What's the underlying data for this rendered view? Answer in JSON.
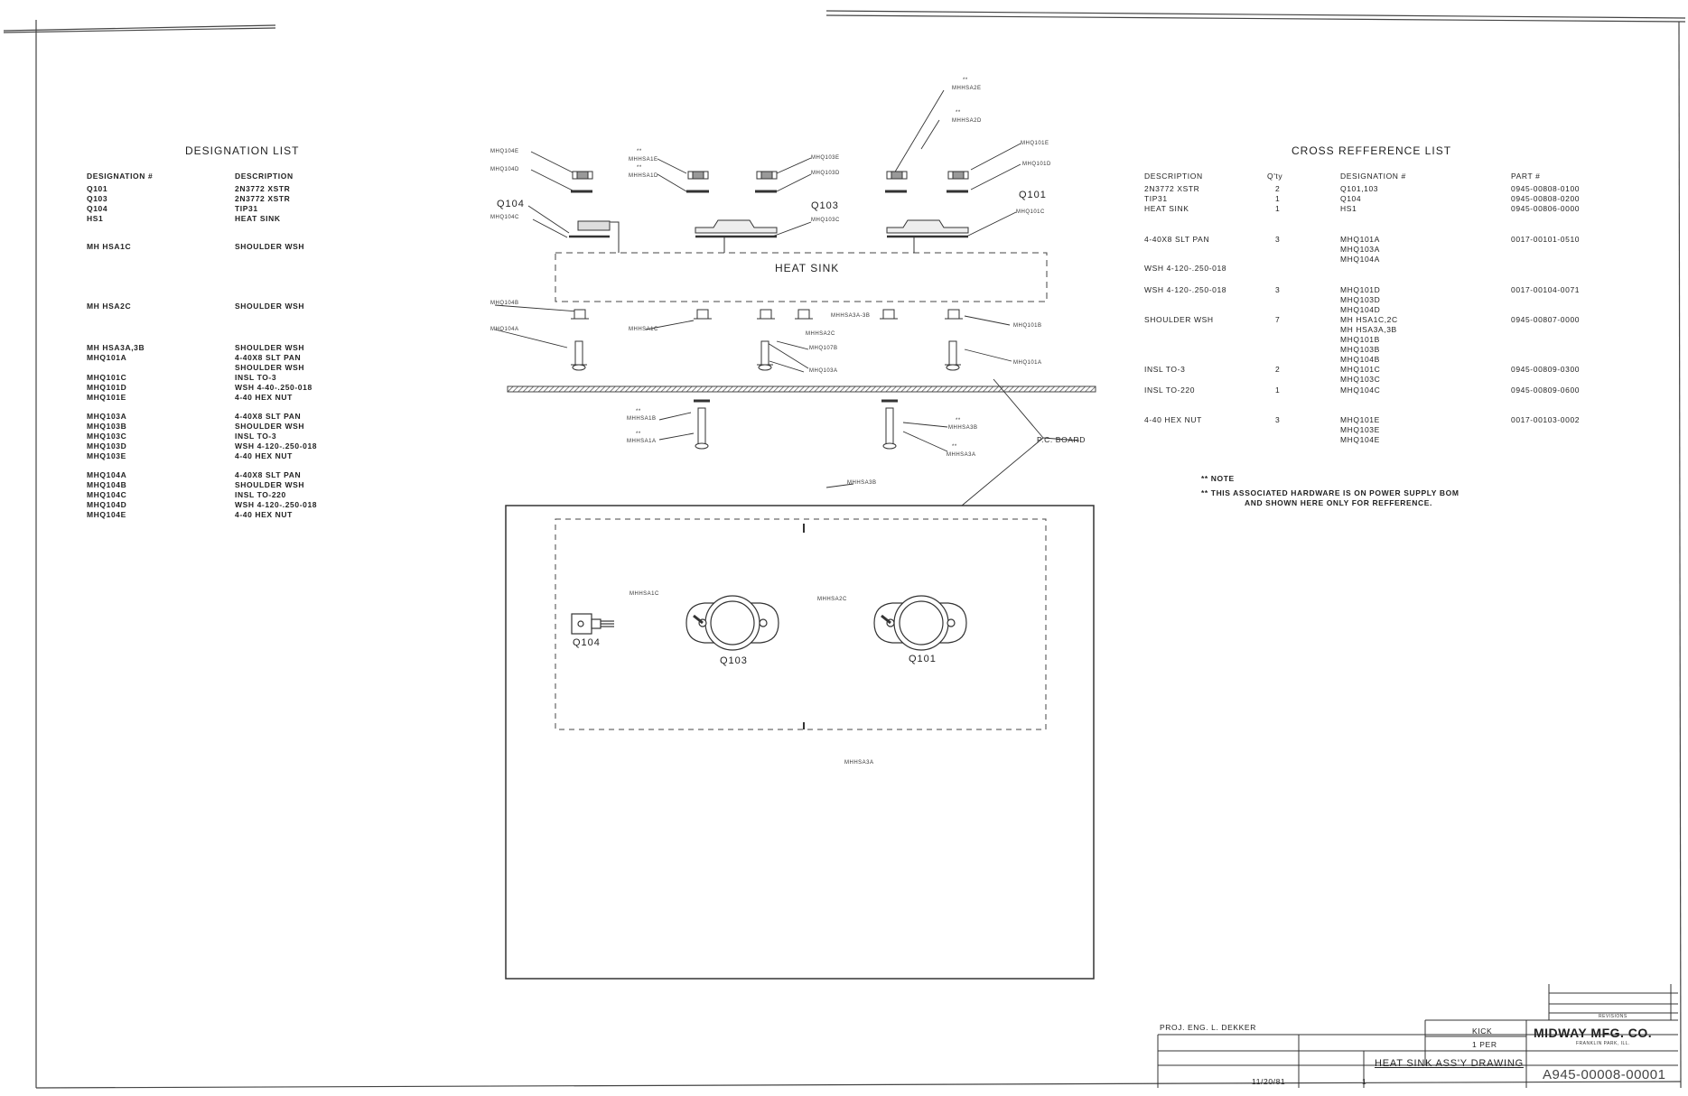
{
  "designation_list": {
    "title": "DESIGNATION LIST",
    "col_designation": "DESIGNATION #",
    "col_description": "DESCRIPTION",
    "groups": [
      [
        [
          "Q101",
          "2N3772 XSTR"
        ],
        [
          "Q103",
          "2N3772 XSTR"
        ],
        [
          "Q104",
          "TIP31"
        ],
        [
          "HS1",
          "HEAT SINK"
        ]
      ],
      [
        [
          "MH HSA1C",
          "SHOULDER WSH"
        ]
      ],
      [
        [
          "MH HSA2C",
          "SHOULDER WSH"
        ]
      ],
      [
        [
          "MH HSA3A,3B",
          "SHOULDER WSH"
        ],
        [
          "MHQ101A",
          "4-40X8 SLT PAN"
        ],
        [
          "",
          "SHOULDER WSH"
        ],
        [
          "MHQ101C",
          "INSL TO-3"
        ],
        [
          "MHQ101D",
          "WSH 4-40-.250-018"
        ],
        [
          "MHQ101E",
          "4-40 HEX NUT"
        ]
      ],
      [
        [
          "MHQ103A",
          "4-40X8 SLT PAN"
        ],
        [
          "MHQ103B",
          "SHOULDER WSH"
        ],
        [
          "MHQ103C",
          "INSL TO-3"
        ],
        [
          "MHQ103D",
          "WSH 4-120-.250-018"
        ],
        [
          "MHQ103E",
          "4-40 HEX NUT"
        ]
      ],
      [
        [
          "MHQ104A",
          "4-40X8 SLT PAN"
        ],
        [
          "MHQ104B",
          "SHOULDER WSH"
        ],
        [
          "MHQ104C",
          "INSL TO-220"
        ],
        [
          "MHQ104D",
          "WSH 4-120-.250-018"
        ],
        [
          "MHQ104E",
          "4-40 HEX NUT"
        ]
      ]
    ]
  },
  "cross_reference": {
    "title": "CROSS REFFERENCE LIST",
    "col_description": "DESCRIPTION",
    "col_qty": "Q'ty",
    "col_designation": "DESIGNATION #",
    "col_part": "PART #",
    "rows": [
      {
        "desc": "2N3772 XSTR",
        "qty": "2",
        "des": [
          "Q101,103"
        ],
        "part": "0945-00808-0100"
      },
      {
        "desc": "TIP31",
        "qty": "1",
        "des": [
          "Q104"
        ],
        "part": "0945-00808-0200"
      },
      {
        "desc": "HEAT SINK",
        "qty": "1",
        "des": [
          "HS1"
        ],
        "part": "0945-00806-0000"
      },
      {
        "desc": "4-40X8 SLT PAN",
        "qty": "3",
        "des": [
          "MHQ101A",
          "MHQ103A",
          "MHQ104A"
        ],
        "part": "0017-00101-0510"
      },
      {
        "desc": "WSH 4-120-.250-018",
        "qty": "",
        "des": [],
        "part": ""
      },
      {
        "desc": "WSH 4-120-.250-018",
        "qty": "3",
        "des": [
          "MHQ101D",
          "MHQ103D",
          "MHQ104D"
        ],
        "part": "0017-00104-0071"
      },
      {
        "desc": "SHOULDER WSH",
        "qty": "7",
        "des": [
          "MH HSA1C,2C",
          "MH HSA3A,3B",
          "MHQ101B",
          "MHQ103B",
          "MHQ104B"
        ],
        "part": "0945-00807-0000"
      },
      {
        "desc": "INSL TO-3",
        "qty": "2",
        "des": [
          "MHQ101C",
          "MHQ103C"
        ],
        "part": "0945-00809-0300"
      },
      {
        "desc": "INSL TO-220",
        "qty": "1",
        "des": [
          "MHQ104C"
        ],
        "part": "0945-00809-0600"
      },
      {
        "desc": "4-40 HEX NUT",
        "qty": "3",
        "des": [
          "MHQ101E",
          "MHQ103E",
          "MHQ104E"
        ],
        "part": "0017-00103-0002"
      }
    ]
  },
  "note": {
    "title": "** NOTE",
    "line1": "** THIS ASSOCIATED HARDWARE IS ON POWER SUPPLY BOM",
    "line2": "AND SHOWN HERE ONLY FOR REFFERENCE."
  },
  "drawing": {
    "heat_sink": "HEAT SINK",
    "pc_board": "P.C. BOARD",
    "q104": "Q104",
    "q103": "Q103",
    "q101": "Q101",
    "q104_pcb": "Q104",
    "q103_pcb": "Q103",
    "q101_pcb": "Q101",
    "stars": "**",
    "labels": {
      "mhq104e": "MHQ104E",
      "mhq104d": "MHQ104D",
      "mhq104c": "MHQ104C",
      "mhq104b": "MHQ104B",
      "mhq104a": "MHQ104A",
      "mhhsa1e": "MHHSA1E",
      "mhhsa1d": "MHHSA1D",
      "mhq103e": "MHQ103E",
      "mhq103d": "MHQ103D",
      "mhq103c": "MHQ103C",
      "mhhsa2e": "MHHSA2E",
      "mhhsa2d": "MHHSA2D",
      "mhq101e": "MHQ101E",
      "mhq101d": "MHQ101D",
      "mhq101c": "MHQ101C",
      "mhhsa1c": "MHHSA1C",
      "mhhsa3a3b": "MHHSA3A-3B",
      "mhhsa2c": "MHHSA2C",
      "mhq107b": "MHQ107B",
      "mhq103a": "MHQ103A",
      "mhq101b": "MHQ101B",
      "mhq101a": "MHQ101A",
      "mhhsa1b": "MHHSA1B",
      "mhhsa1a": "MHHSA1A",
      "mhhsa3b": "MHHSA3B",
      "mhhsa3a": "MHHSA3A",
      "mhhsa3b_top": "MHHSA3B",
      "mhhsa1c_pcb": "MHHSA1C",
      "mhhsa2c_pcb": "MHHSA2C",
      "mhhsa3a_bottom": "MHHSA3A"
    }
  },
  "title_block": {
    "proj_eng": "PROJ. ENG. L. DEKKER",
    "revisions": "REVISIONS",
    "company": "MIDWAY MFG. CO.",
    "location": "FRANKLIN PARK, ILL.",
    "project": "KICK",
    "per": "1 PER",
    "drawing_title": "HEAT SINK ASS'Y DRAWING",
    "date": "11/20/81",
    "sheet": "1",
    "drawing_number": "A945-00008-00001"
  }
}
